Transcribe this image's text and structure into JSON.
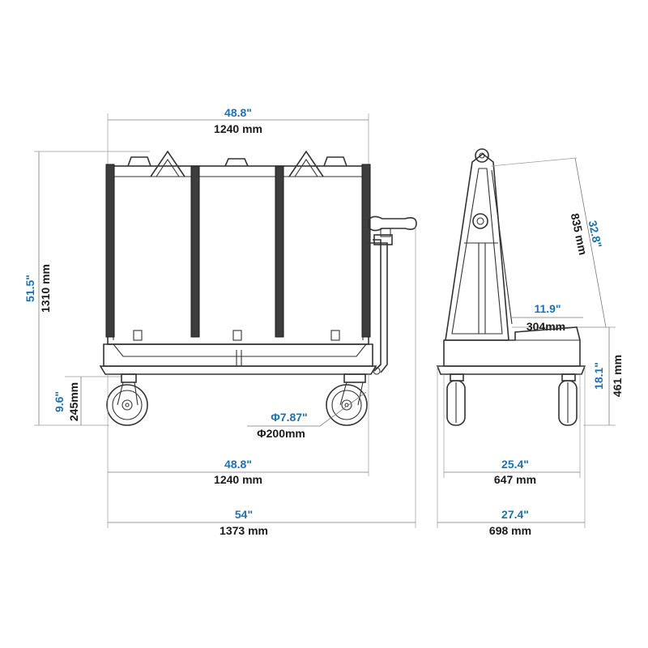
{
  "front_view": {
    "top_width_in": "48.8\"",
    "top_width_mm": "1240 mm",
    "height_in": "51.5\"",
    "height_mm": "1310 mm",
    "wheel_height_in": "9.6\"",
    "wheel_height_mm": "245mm",
    "wheel_diameter_in": "Φ7.87\"",
    "wheel_diameter_mm": "Φ200mm",
    "base_width_in": "48.8\"",
    "base_width_mm": "1240 mm",
    "overall_width_in": "54\"",
    "overall_width_mm": "1373 mm"
  },
  "side_view": {
    "slope_length_in": "32.8\"",
    "slope_length_mm": "835 mm",
    "step_depth_in": "11.9\"",
    "step_depth_mm": "304mm",
    "deck_height_in": "18.1\"",
    "deck_height_mm": "461 mm",
    "wheelbase_in": "25.4\"",
    "wheelbase_mm": "647 mm",
    "overall_depth_in": "27.4\"",
    "overall_depth_mm": "698 mm"
  }
}
